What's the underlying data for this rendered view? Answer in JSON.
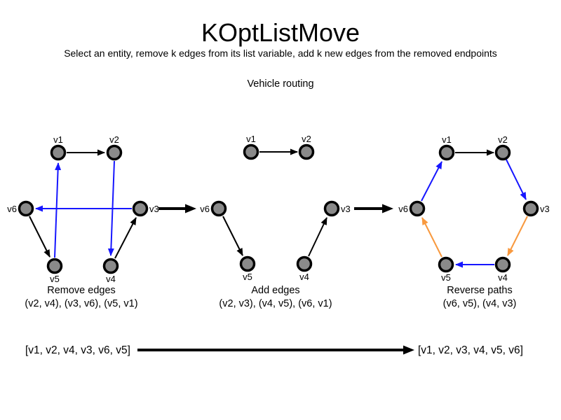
{
  "header": {
    "title": "KOptListMove",
    "subtitle": "Select an entity, remove k edges from its list variable, add k new edges from the removed endpoints",
    "context_label": "Vehicle routing"
  },
  "colors": {
    "node_fill": "#8a8a8a",
    "node_border": "#000000",
    "edge_black": "#000000",
    "edge_blue": "#1616ff",
    "edge_orange": "#f8993f"
  },
  "graphs": [
    {
      "caption": "Remove edges",
      "detail": "(v2, v4), (v3, v6), (v5, v1)",
      "nodes": {
        "v1": "v1",
        "v2": "v2",
        "v3": "v3",
        "v4": "v4",
        "v5": "v5",
        "v6": "v6"
      },
      "edges": [
        {
          "from": "v1",
          "to": "v2",
          "color": "black"
        },
        {
          "from": "v2",
          "to": "v4",
          "color": "blue"
        },
        {
          "from": "v3",
          "to": "v6",
          "color": "blue"
        },
        {
          "from": "v5",
          "to": "v1",
          "color": "blue"
        },
        {
          "from": "v6",
          "to": "v5",
          "color": "black"
        },
        {
          "from": "v4",
          "to": "v3",
          "color": "black"
        }
      ]
    },
    {
      "caption": "Add edges",
      "detail": "(v2, v3), (v4, v5), (v6, v1)",
      "nodes": {
        "v1": "v1",
        "v2": "v2",
        "v3": "v3",
        "v4": "v4",
        "v5": "v5",
        "v6": "v6"
      },
      "edges": [
        {
          "from": "v1",
          "to": "v2",
          "color": "black"
        },
        {
          "from": "v6",
          "to": "v5",
          "color": "black"
        },
        {
          "from": "v4",
          "to": "v3",
          "color": "black"
        }
      ]
    },
    {
      "caption": "Reverse paths",
      "detail": "(v6, v5), (v4, v3)",
      "nodes": {
        "v1": "v1",
        "v2": "v2",
        "v3": "v3",
        "v4": "v4",
        "v5": "v5",
        "v6": "v6"
      },
      "edges": [
        {
          "from": "v1",
          "to": "v2",
          "color": "black"
        },
        {
          "from": "v2",
          "to": "v3",
          "color": "blue"
        },
        {
          "from": "v3",
          "to": "v4",
          "color": "orange"
        },
        {
          "from": "v4",
          "to": "v5",
          "color": "blue"
        },
        {
          "from": "v5",
          "to": "v6",
          "color": "orange"
        },
        {
          "from": "v6",
          "to": "v1",
          "color": "blue"
        }
      ]
    }
  ],
  "transformation": {
    "before_list": "[v1, v2, v4, v3, v6, v5]",
    "after_list": "[v1, v2, v3, v4, v5, v6]"
  }
}
